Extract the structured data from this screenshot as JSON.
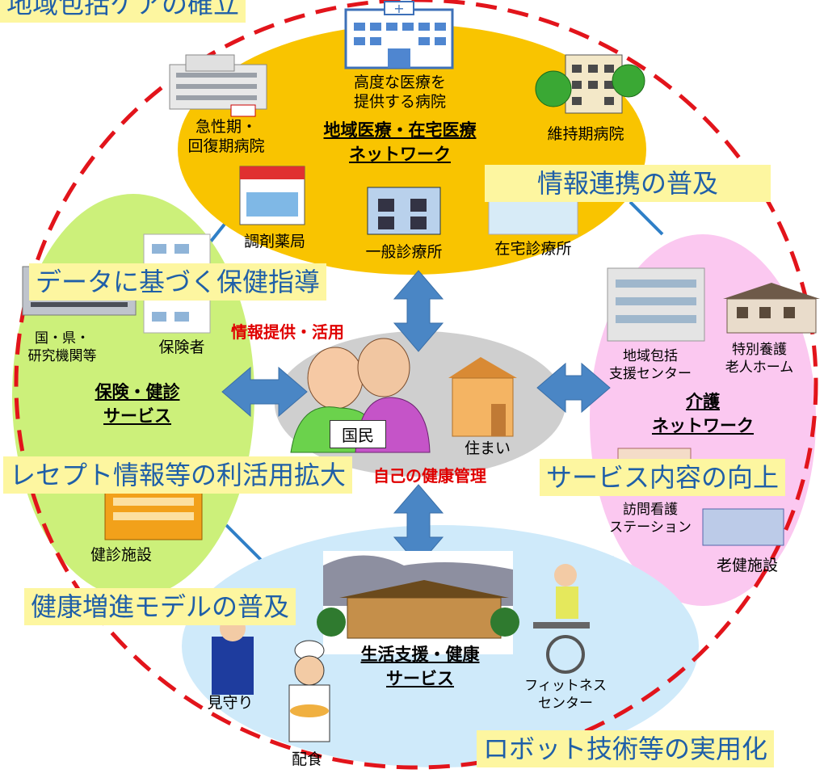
{
  "title": "地域包括ケアの確立",
  "center": {
    "provide_label": "情報提供・活用",
    "citizen_label": "国民",
    "residence_label": "住まい",
    "self_care_label": "自己の健康管理"
  },
  "medical": {
    "network_line1": "地域医療・在宅医療",
    "network_line2": "ネットワーク",
    "advanced_hospital_line1": "高度な医療を",
    "advanced_hospital_line2": "提供する病院",
    "acute_line1": "急性期・",
    "acute_line2": "回復期病院",
    "maintenance": "維持期病院",
    "pharmacy": "調剤薬局",
    "general_clinic": "一般診療所",
    "home_clinic": "在宅診療所"
  },
  "insurance": {
    "network_line1": "保険・健診",
    "network_line2": "サービス",
    "country_line1": "国・県・",
    "country_line2": "研究機関等",
    "insurer": "保険者",
    "checkup_facility": "健診施設"
  },
  "care": {
    "network_line1": "介護",
    "network_line2": "ネットワーク",
    "center_line1": "地域包括",
    "center_line2": "支援センター",
    "nursing_home_line1": "特別養護",
    "nursing_home_line2": "老人ホーム",
    "visiting_line1": "訪問看護",
    "visiting_line2": "ステーション",
    "elderly_facility": "老健施設"
  },
  "life": {
    "network_line1": "生活支援・健康",
    "network_line2": "サービス",
    "watch": "見守り",
    "meal": "配食",
    "fitness_line1": "フィットネス",
    "fitness_line2": "センター"
  },
  "banners": {
    "info_link": "情報連携の普及",
    "data_guidance": "データに基づく保健指導",
    "receipt": "レセプト情報等の利活用拡大",
    "service_quality": "サービス内容の向上",
    "health_model": "健康増進モデルの普及",
    "robot": "ロボット技術等の実用化"
  },
  "colors": {
    "medical": "#f9c400",
    "insurance": "#ccf07a",
    "care": "#fbc8f0",
    "life": "#cfeafa",
    "arrow": "#4a86c5",
    "boundary": "#e2141b",
    "banner_bg": "#fdf6a0",
    "banner_text": "#1f5fa8"
  }
}
